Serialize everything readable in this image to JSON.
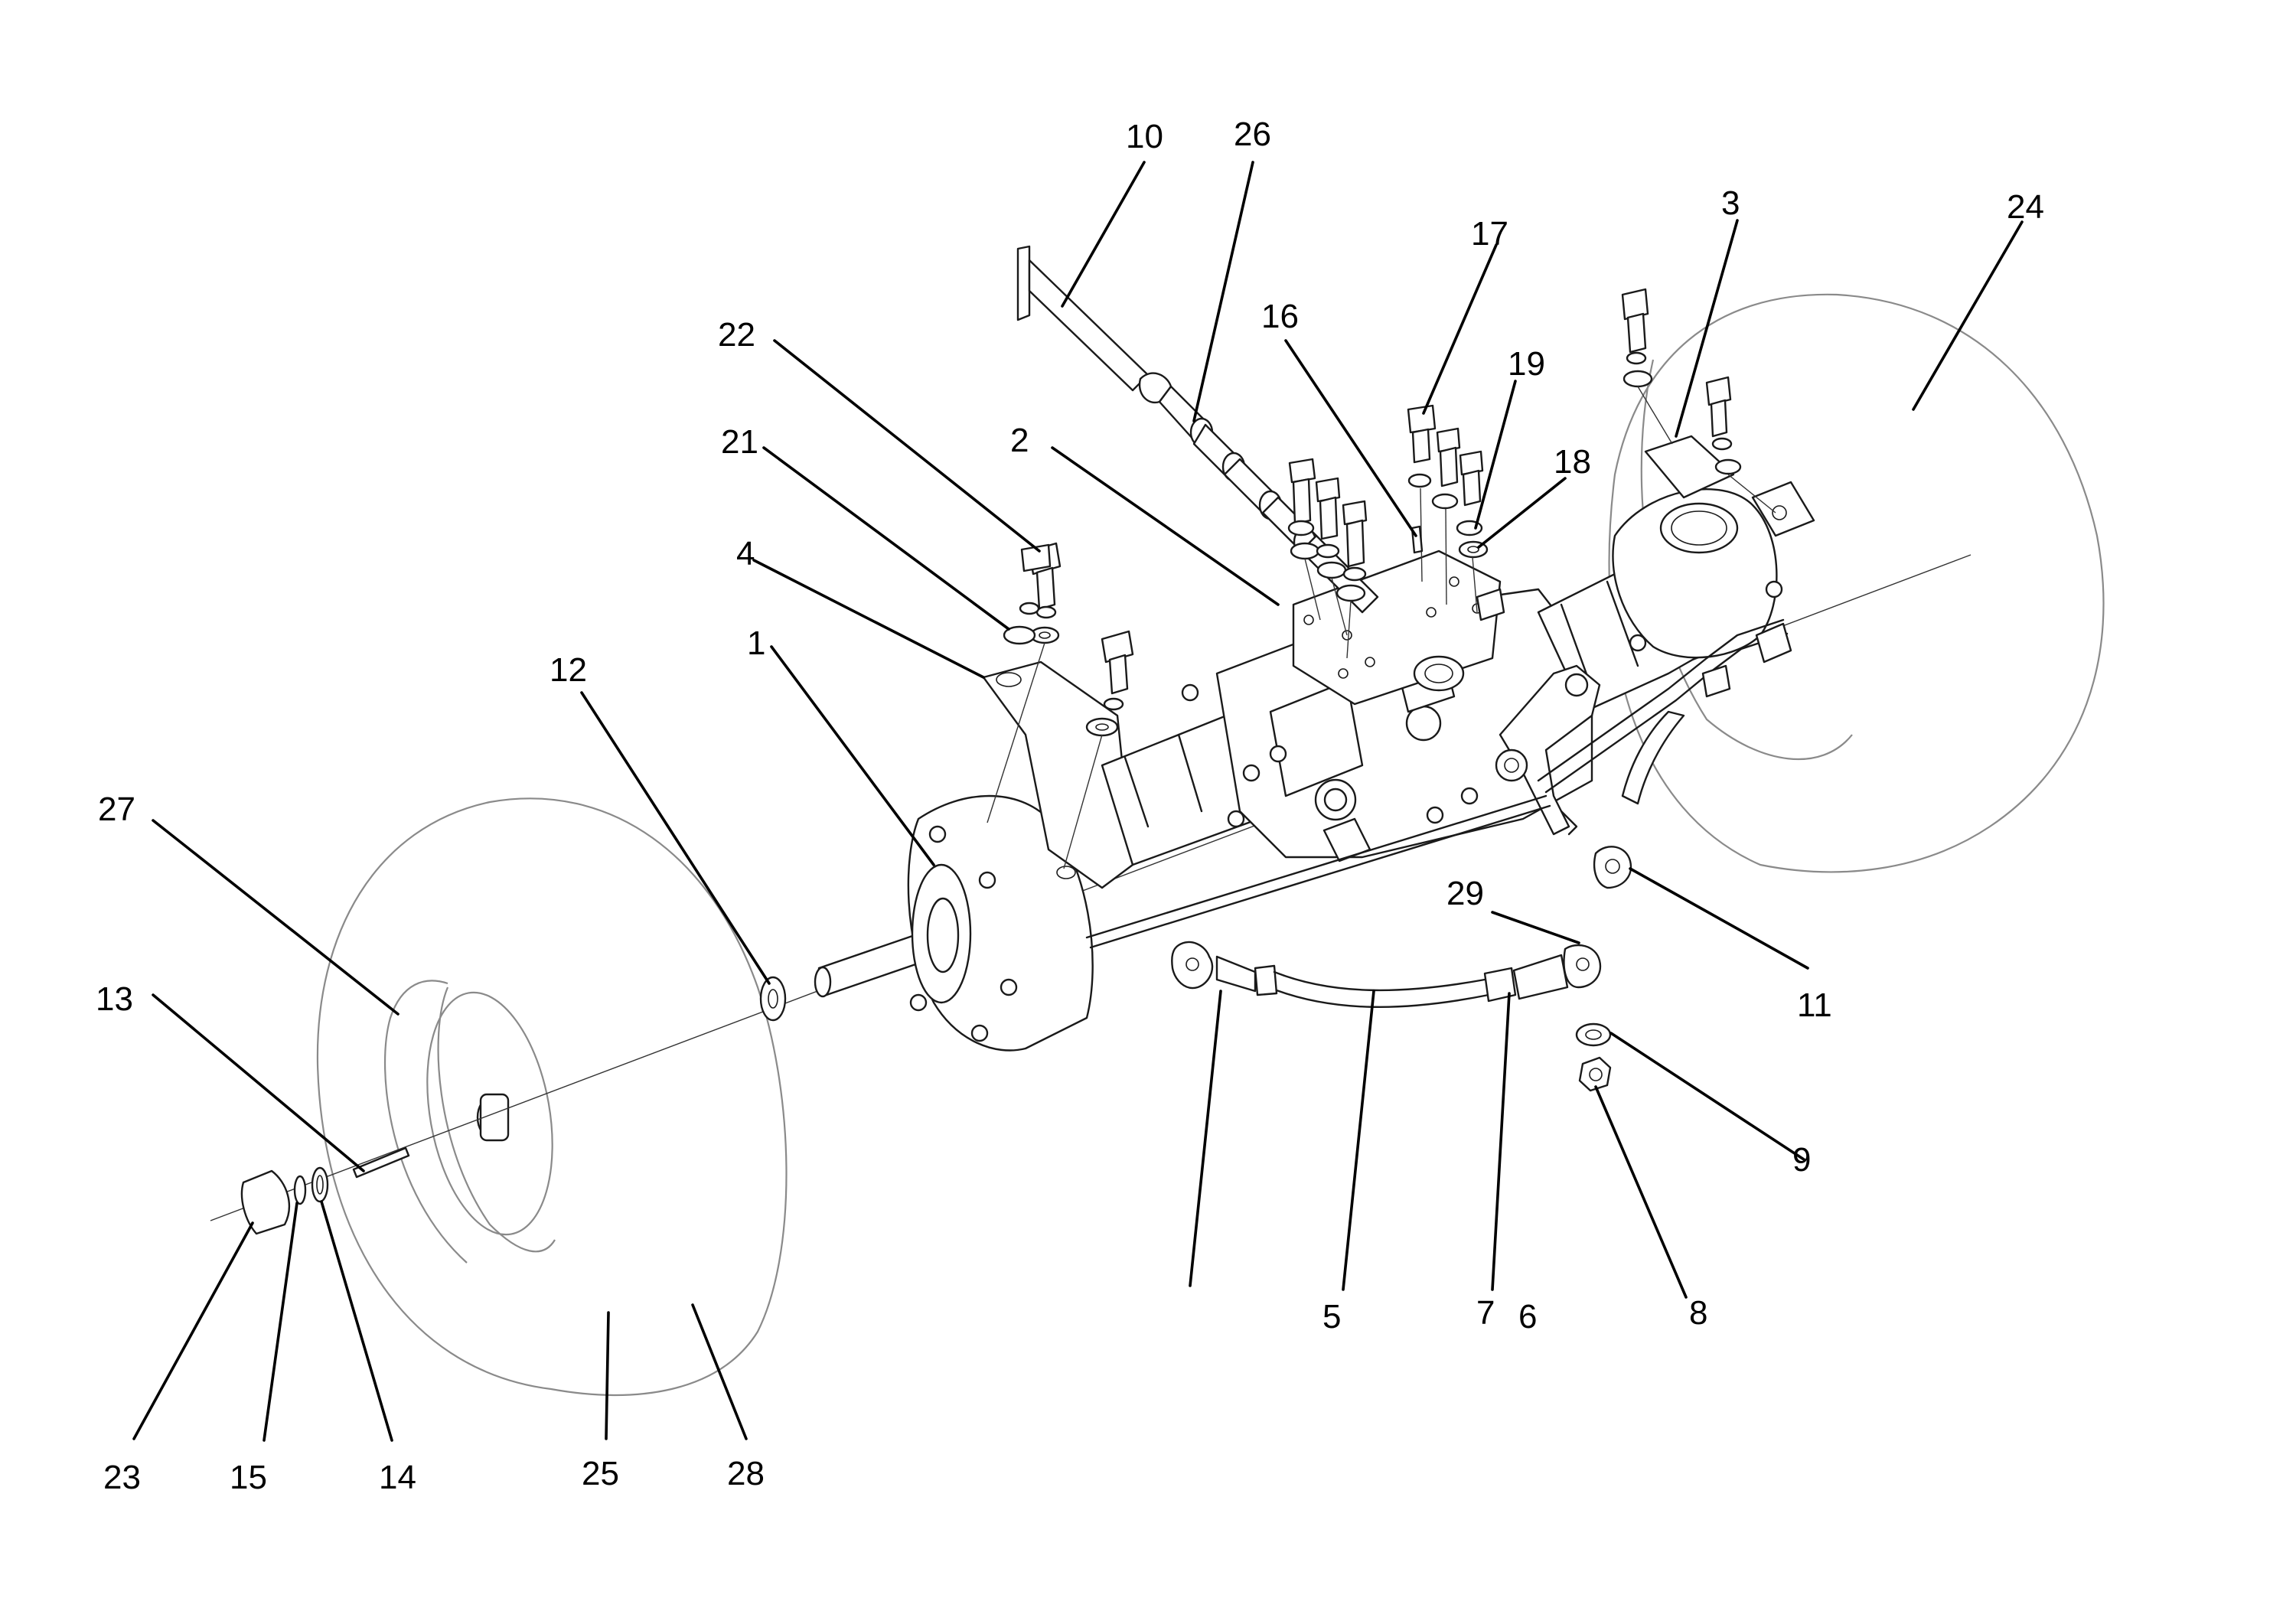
{
  "callouts": [
    {
      "id": "p1",
      "label": "1"
    },
    {
      "id": "p2",
      "label": "2"
    },
    {
      "id": "p3",
      "label": "3"
    },
    {
      "id": "p4",
      "label": "4"
    },
    {
      "id": "p5",
      "label": "5"
    },
    {
      "id": "p6",
      "label": "6"
    },
    {
      "id": "p7",
      "label": "7"
    },
    {
      "id": "p8",
      "label": "8"
    },
    {
      "id": "p9",
      "label": "9"
    },
    {
      "id": "p10",
      "label": "10"
    },
    {
      "id": "p11",
      "label": "11"
    },
    {
      "id": "p12",
      "label": "12"
    },
    {
      "id": "p13",
      "label": "13"
    },
    {
      "id": "p14",
      "label": "14"
    },
    {
      "id": "p15",
      "label": "15"
    },
    {
      "id": "p16",
      "label": "16"
    },
    {
      "id": "p17",
      "label": "17"
    },
    {
      "id": "p18",
      "label": "18"
    },
    {
      "id": "p19",
      "label": "19"
    },
    {
      "id": "p21",
      "label": "21"
    },
    {
      "id": "p22",
      "label": "22"
    },
    {
      "id": "p23",
      "label": "23"
    },
    {
      "id": "p24",
      "label": "24"
    },
    {
      "id": "p25",
      "label": "25"
    },
    {
      "id": "p26",
      "label": "26"
    },
    {
      "id": "p27",
      "label": "27"
    },
    {
      "id": "p28",
      "label": "28"
    },
    {
      "id": "p29",
      "label": "29"
    }
  ]
}
